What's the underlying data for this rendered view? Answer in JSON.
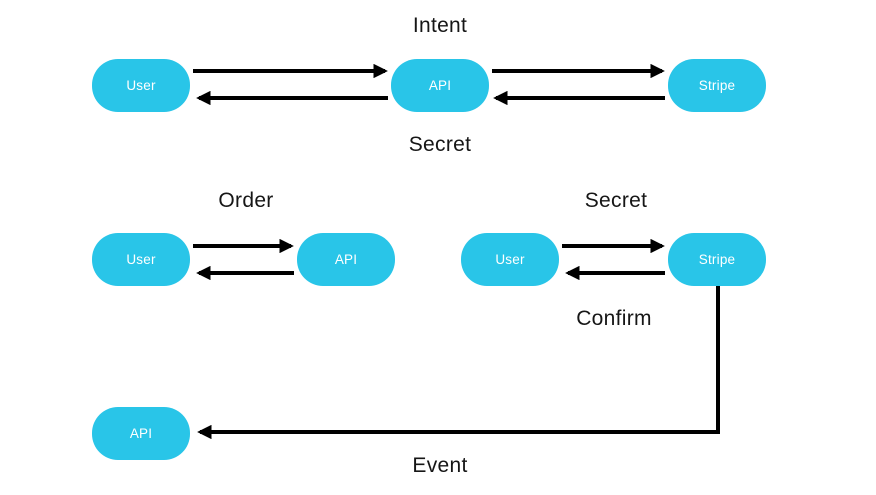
{
  "canvas": {
    "background": "#ffffff",
    "node_color": "#29c5e8",
    "node_text_color": "#ffffff",
    "line_color": "#000000",
    "label_color": "#161616"
  },
  "labels": {
    "intent": "Intent",
    "secret_top": "Secret",
    "order": "Order",
    "secret_mid": "Secret",
    "confirm": "Confirm",
    "event": "Event"
  },
  "nodes": {
    "top_user": "User",
    "top_api": "API",
    "top_stripe": "Stripe",
    "mid_user_left": "User",
    "mid_api": "API",
    "mid_user_right": "User",
    "mid_stripe": "Stripe",
    "bottom_api": "API"
  }
}
